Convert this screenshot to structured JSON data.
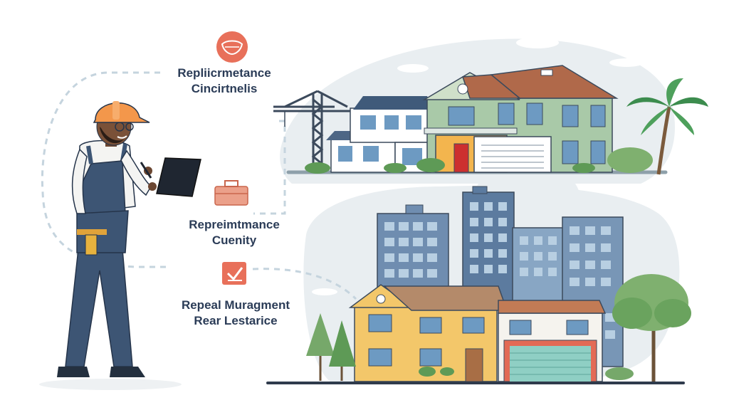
{
  "callouts": [
    {
      "icon": "shield-badge-icon",
      "line1": "Repliicrmetance",
      "line2": "Cincirtnelis"
    },
    {
      "icon": "toolbox-icon",
      "line1": "Repreimtmance",
      "line2": "Cuenity"
    },
    {
      "icon": "checkbox-icon",
      "line1": "Repeal Muragment",
      "line2": "Rear Lestarice"
    }
  ],
  "colors": {
    "accent": "#e8705a",
    "ink": "#2b3c57",
    "blob": "#e9eef1",
    "building_blue": "#6f8db0",
    "house_green": "#a9c9a8",
    "house_yellow": "#f3c76a",
    "roof_brown": "#b0694a"
  }
}
